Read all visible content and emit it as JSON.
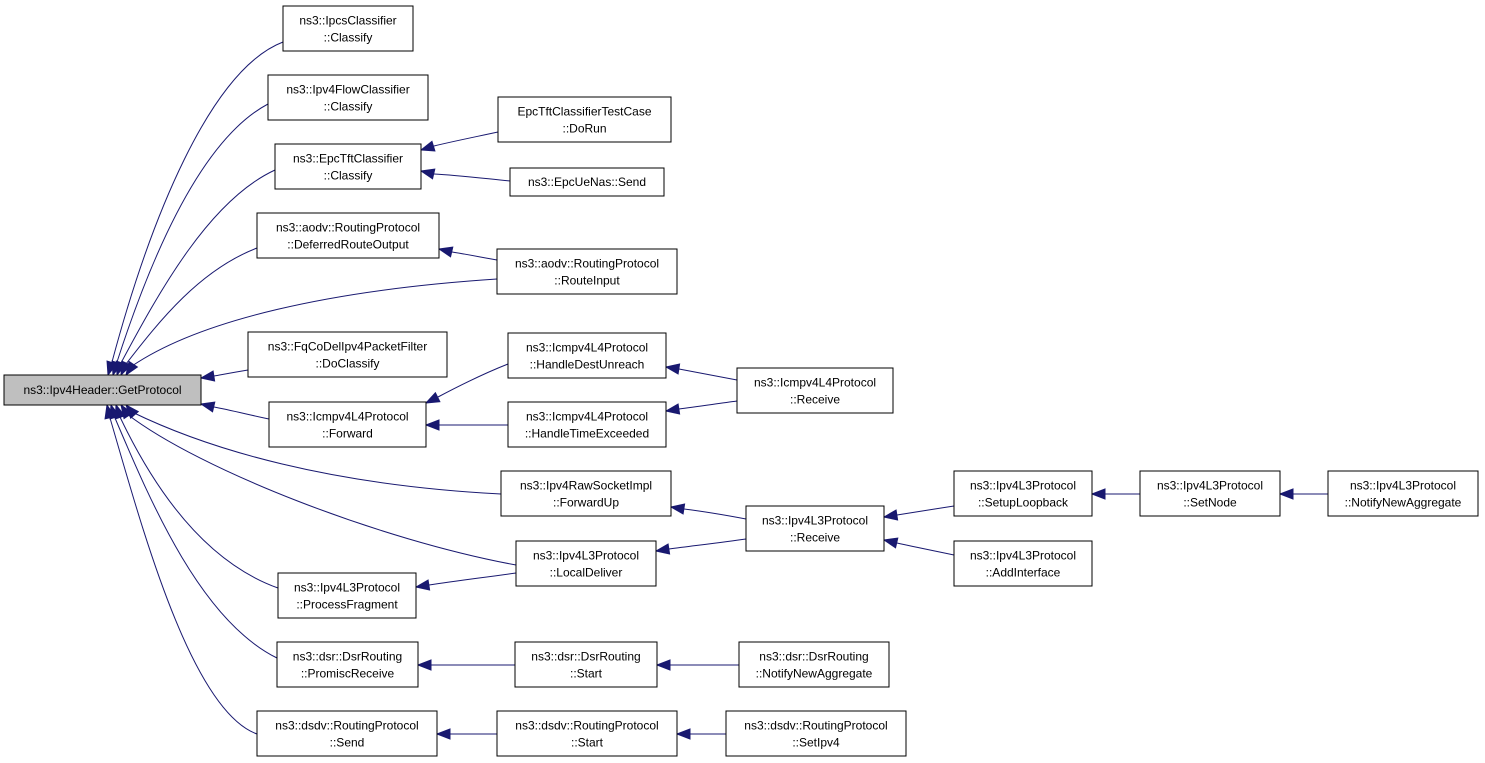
{
  "nodes": {
    "root": {
      "line1": "ns3::Ipv4Header::GetProtocol",
      "line2": ""
    },
    "ipcs": {
      "line1": "ns3::IpcsClassifier",
      "line2": "::Classify"
    },
    "ipv4flow": {
      "line1": "ns3::Ipv4FlowClassifier",
      "line2": "::Classify"
    },
    "epctft": {
      "line1": "ns3::EpcTftClassifier",
      "line2": "::Classify"
    },
    "epctfttest": {
      "line1": "EpcTftClassifierTestCase",
      "line2": "::DoRun"
    },
    "epcuenas": {
      "line1": "ns3::EpcUeNas::Send",
      "line2": ""
    },
    "aodvdeferred": {
      "line1": "ns3::aodv::RoutingProtocol",
      "line2": "::DeferredRouteOutput"
    },
    "aodvrouteinput": {
      "line1": "ns3::aodv::RoutingProtocol",
      "line2": "::RouteInput"
    },
    "fqcodel": {
      "line1": "ns3::FqCoDelIpv4PacketFilter",
      "line2": "::DoClassify"
    },
    "icmpdest": {
      "line1": "ns3::Icmpv4L4Protocol",
      "line2": "::HandleDestUnreach"
    },
    "icmpreceive": {
      "line1": "ns3::Icmpv4L4Protocol",
      "line2": "::Receive"
    },
    "icmpforward": {
      "line1": "ns3::Icmpv4L4Protocol",
      "line2": "::Forward"
    },
    "icmptime": {
      "line1": "ns3::Icmpv4L4Protocol",
      "line2": "::HandleTimeExceeded"
    },
    "rawforwardup": {
      "line1": "ns3::Ipv4RawSocketImpl",
      "line2": "::ForwardUp"
    },
    "l3receive": {
      "line1": "ns3::Ipv4L3Protocol",
      "line2": "::Receive"
    },
    "l3setuploop": {
      "line1": "ns3::Ipv4L3Protocol",
      "line2": "::SetupLoopback"
    },
    "l3setnode": {
      "line1": "ns3::Ipv4L3Protocol",
      "line2": "::SetNode"
    },
    "l3notify": {
      "line1": "ns3::Ipv4L3Protocol",
      "line2": "::NotifyNewAggregate"
    },
    "l3addif": {
      "line1": "ns3::Ipv4L3Protocol",
      "line2": "::AddInterface"
    },
    "l3localdeliver": {
      "line1": "ns3::Ipv4L3Protocol",
      "line2": "::LocalDeliver"
    },
    "l3processfrag": {
      "line1": "ns3::Ipv4L3Protocol",
      "line2": "::ProcessFragment"
    },
    "dsrpromisc": {
      "line1": "ns3::dsr::DsrRouting",
      "line2": "::PromiscReceive"
    },
    "dsrstart": {
      "line1": "ns3::dsr::DsrRouting",
      "line2": "::Start"
    },
    "dsrnotify": {
      "line1": "ns3::dsr::DsrRouting",
      "line2": "::NotifyNewAggregate"
    },
    "dsdvsend": {
      "line1": "ns3::dsdv::RoutingProtocol",
      "line2": "::Send"
    },
    "dsdvstart": {
      "line1": "ns3::dsdv::RoutingProtocol",
      "line2": "::Start"
    },
    "dsdvsetipv4": {
      "line1": "ns3::dsdv::RoutingProtocol",
      "line2": "::SetIpv4"
    }
  },
  "colors": {
    "edge": "#191970",
    "root_fill": "#bfbfbf",
    "node_fill": "#ffffff"
  }
}
